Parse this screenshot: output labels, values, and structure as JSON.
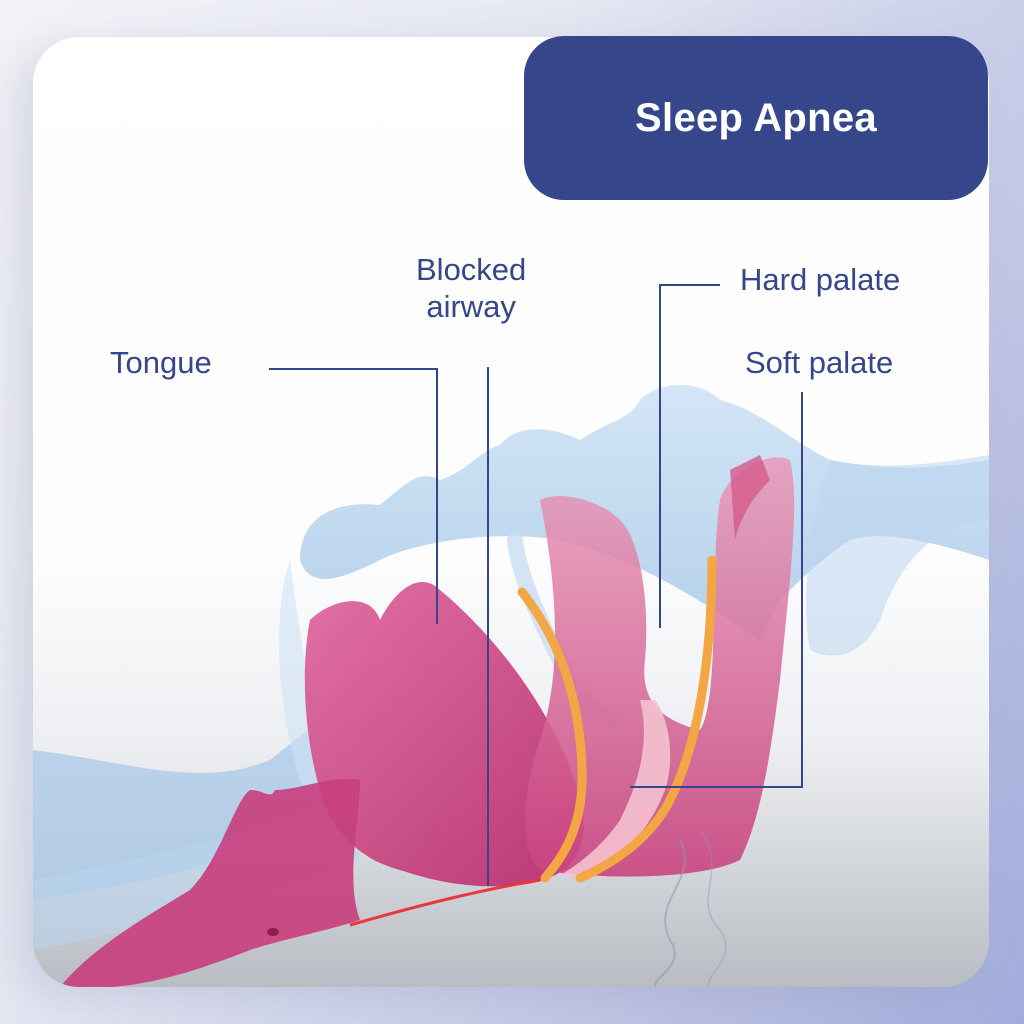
{
  "title": "Sleep Apnea",
  "labels": {
    "tongue": "Tongue",
    "blocked_airway_line1": "Blocked",
    "blocked_airway_line2": "airway",
    "hard_palate": "Hard palate",
    "soft_palate": "Soft palate"
  },
  "colors": {
    "accent": "#36468a",
    "tissue": "#c8407e",
    "cartilage": "#f2a744",
    "skin": "#a9cdea"
  }
}
